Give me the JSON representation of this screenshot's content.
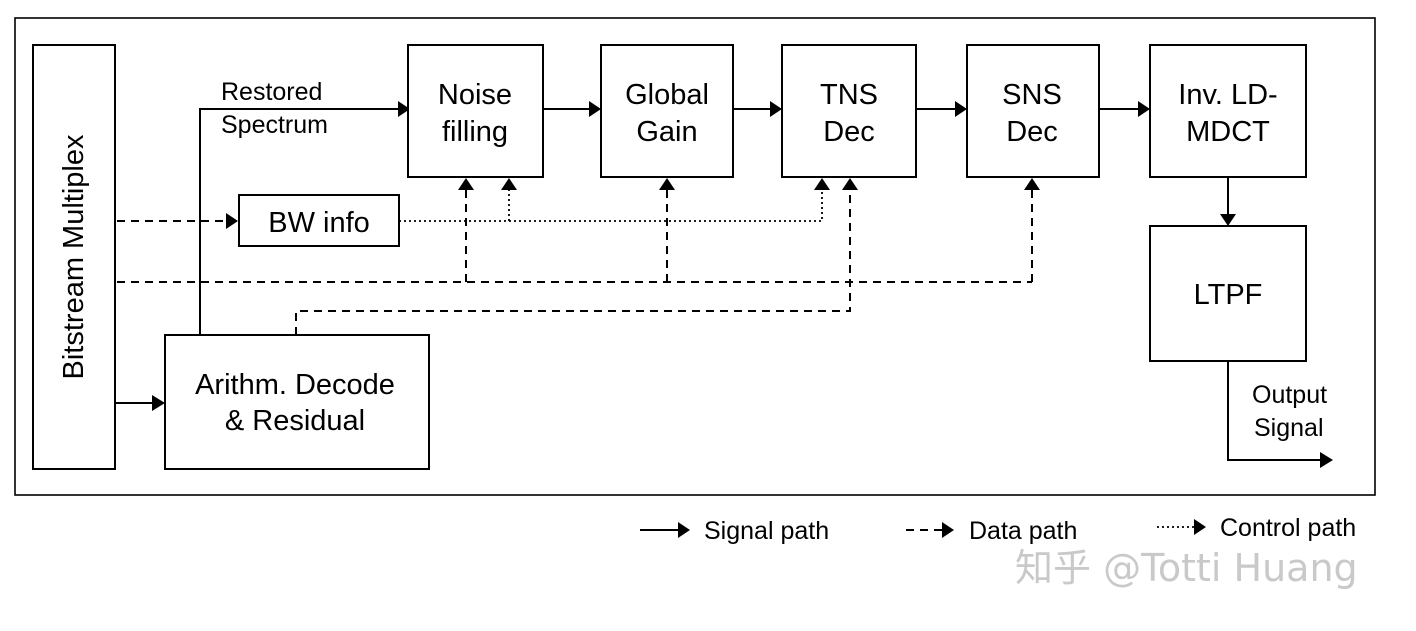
{
  "blocks": {
    "bitstream": "Bitstream Multiplex",
    "noise_line1": "Noise",
    "noise_line2": "filling",
    "gain_line1": "Global",
    "gain_line2": "Gain",
    "tns_line1": "TNS",
    "tns_line2": "Dec",
    "sns_line1": "SNS",
    "sns_line2": "Dec",
    "mdct_line1": "Inv. LD-",
    "mdct_line2": "MDCT",
    "ltpf": "LTPF",
    "bw": "BW info",
    "arith_line1": "Arithm. Decode",
    "arith_line2": "& Residual"
  },
  "labels": {
    "restored_line1": "Restored",
    "restored_line2": "Spectrum",
    "output_line1": "Output",
    "output_line2": "Signal"
  },
  "legend": {
    "signal": "Signal path",
    "data": "Data path",
    "control": "Control path"
  },
  "watermark": "知乎 @Totti Huang"
}
